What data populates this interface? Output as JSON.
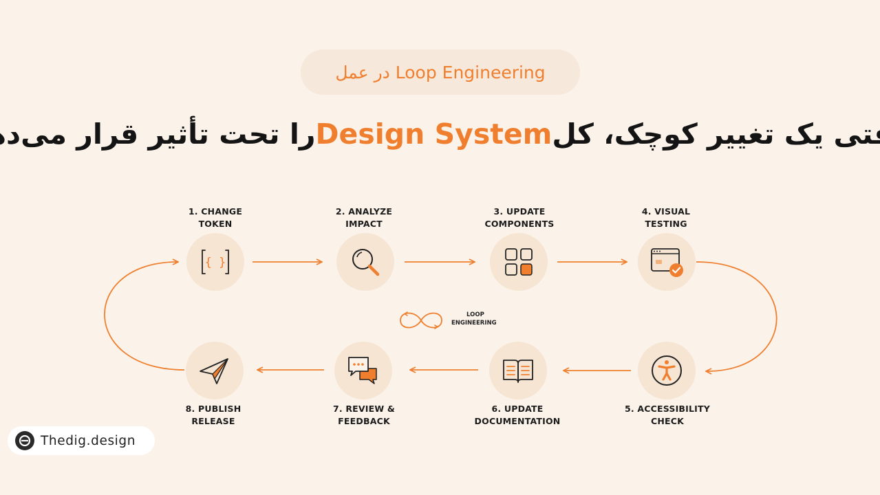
{
  "header": {
    "badge": "Loop Engineering در عمل",
    "headline_part1": "وقتی یک تغییر کوچک، کل ",
    "headline_accent": "Design System",
    "headline_part2": " را تحت تأثیر قرار می‌دهد"
  },
  "steps": [
    {
      "line1": "1. CHANGE",
      "line2": "TOKEN",
      "icon": "curly-braces-icon"
    },
    {
      "line1": "2. ANALYZE",
      "line2": "IMPACT",
      "icon": "magnifier-icon"
    },
    {
      "line1": "3. UPDATE",
      "line2": "COMPONENTS",
      "icon": "component-grid-icon"
    },
    {
      "line1": "4. VISUAL",
      "line2": "TESTING",
      "icon": "browser-check-icon"
    },
    {
      "line1": "5. ACCESSIBILITY",
      "line2": "CHECK",
      "icon": "accessibility-icon"
    },
    {
      "line1": "6. UPDATE",
      "line2": "DOCUMENTATION",
      "icon": "open-book-icon"
    },
    {
      "line1": "7. REVIEW &",
      "line2": "FEEDBACK",
      "icon": "chat-bubbles-icon"
    },
    {
      "line1": "8. PUBLISH",
      "line2": "RELEASE",
      "icon": "paper-plane-icon"
    }
  ],
  "center": {
    "line1": "LOOP",
    "line2": "ENGINEERING",
    "icon": "infinity-loop-icon"
  },
  "brand": {
    "name": "Thedig.design",
    "icon": "brand-logo-icon"
  },
  "colors": {
    "accent": "#ef7f2f",
    "background": "#fbf3ea",
    "node": "#f6e5d3",
    "ink": "#1d1d1d"
  }
}
